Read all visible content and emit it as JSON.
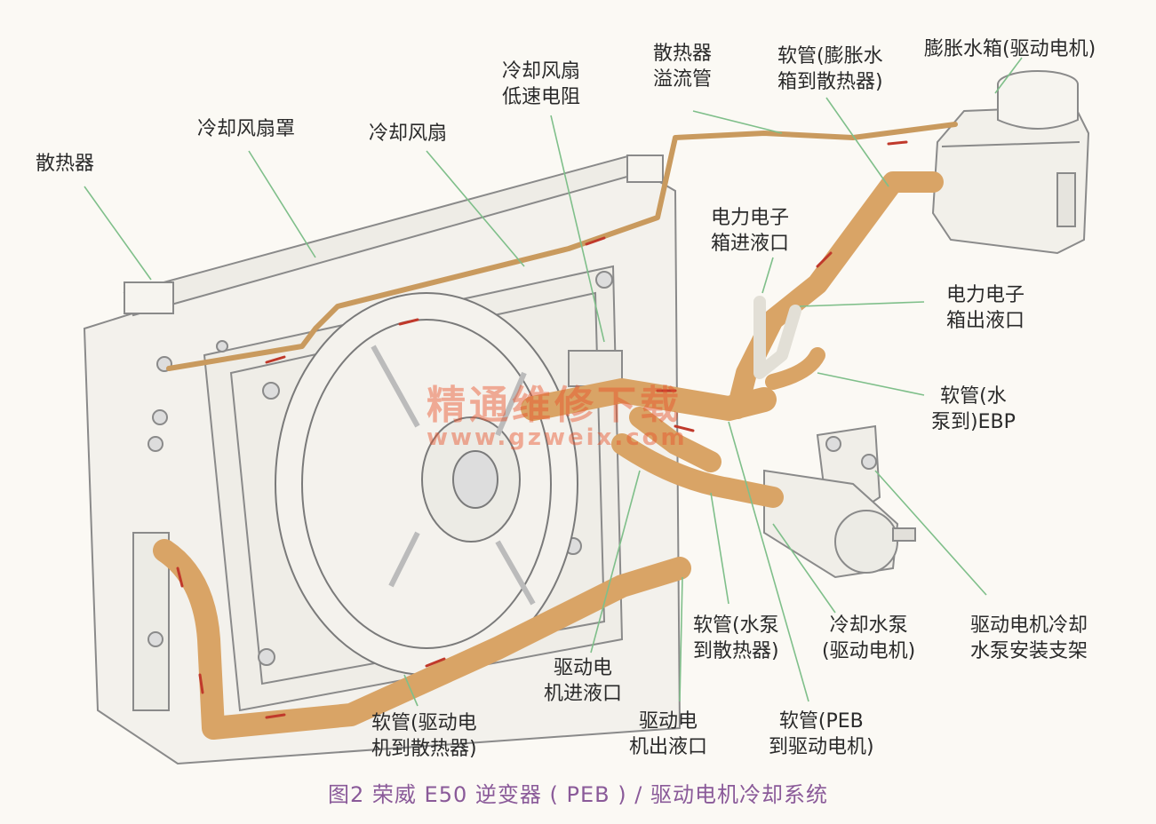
{
  "labels": {
    "radiator": "散热器",
    "fan_shroud": "冷却风扇罩",
    "fan": "冷却风扇",
    "fan_resistor": [
      "冷却风扇",
      "低速电阻"
    ],
    "radiator_overflow": [
      "散热器",
      "溢流管"
    ],
    "hose_exp_to_rad": [
      "软管(膨胀水",
      "箱到散热器)"
    ],
    "expansion_tank": "膨胀水箱(驱动电机)",
    "pe_box_inlet": [
      "电力电子",
      "箱进液口"
    ],
    "pe_box_outlet": [
      "电力电子",
      "箱出液口"
    ],
    "hose_pump_to_ebp": [
      "软管(水",
      "泵到)EBP"
    ],
    "pump_bracket": [
      "驱动电机冷却",
      "水泵安装支架"
    ],
    "coolant_pump": [
      "冷却水泵",
      "(驱动电机)"
    ],
    "hose_pump_to_rad": [
      "软管(水泵",
      "到散热器)"
    ],
    "motor_inlet": [
      "驱动电",
      "机进液口"
    ],
    "motor_outlet": [
      "驱动电",
      "机出液口"
    ],
    "hose_peb_to_motor": [
      "软管(PEB",
      "到驱动电机)"
    ],
    "hose_motor_to_rad": [
      "软管(驱动电",
      "机到散热器)"
    ]
  },
  "caption": "图2   荣威 E50 逆变器 ( PEB ) / 驱动电机冷却系统",
  "watermark": {
    "main": "精通维修下载",
    "sub": "www.gzweix.com"
  },
  "colors": {
    "hose": "#d9a466",
    "hose_stripe": "#c0392b",
    "leader": "#7fbf8a",
    "caption": "#8a5a99",
    "watermark": "#e85028"
  }
}
